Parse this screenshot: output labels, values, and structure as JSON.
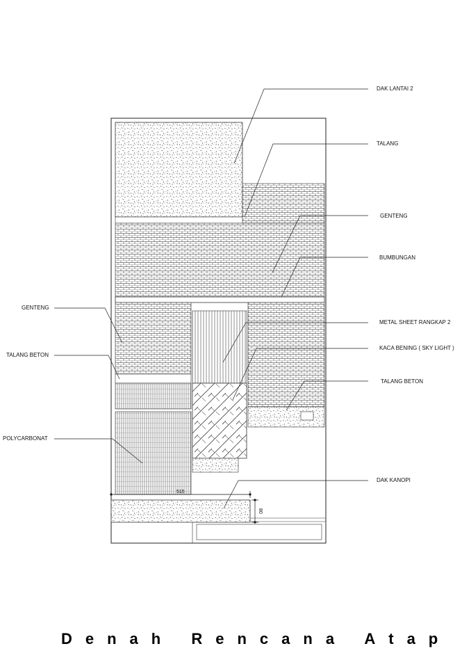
{
  "labels": {
    "dak_lantai_2": "DAK LANTAI 2",
    "talang": "TALANG",
    "genteng_right": "GENTENG",
    "bumbungan": "BUMBUNGAN",
    "metal_sheet": "METAL SHEET RANGKAP 2",
    "kaca_bening": "KACA BENING ( SKY LIGHT )",
    "talang_beton_right": "TALANG BETON",
    "dak_kanopi": "DAK KANOPI",
    "genteng_left": "GENTENG",
    "talang_beton_left": "TALANG BETON",
    "polycarbonat": "POLYCARBONAT"
  },
  "dimensions": {
    "width_515": "515",
    "height_80": "80"
  },
  "title": "Denah Rencana Atap"
}
